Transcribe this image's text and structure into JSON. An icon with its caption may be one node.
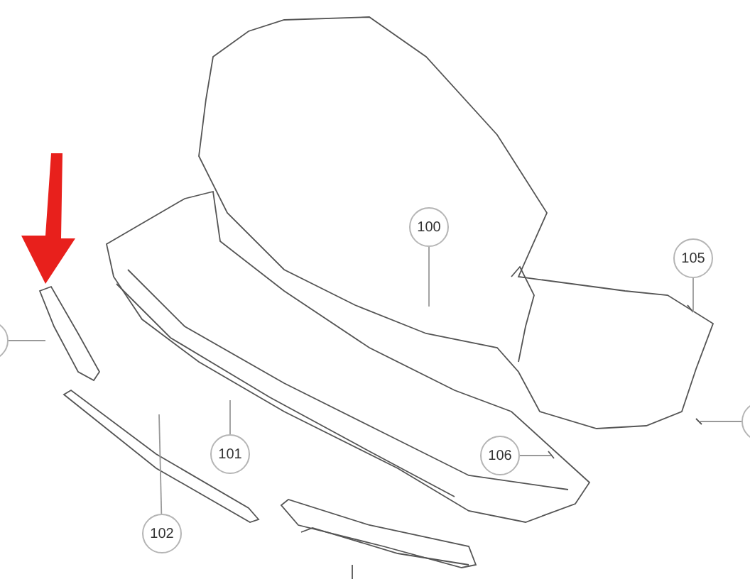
{
  "diagram": {
    "nodes": [
      {
        "text": [
          "100"
        ]
      },
      {
        "text": [
          "105"
        ]
      },
      {
        "text": [
          "101"
        ]
      },
      {
        "text": [
          "102"
        ]
      },
      {
        "text": [
          "106"
        ]
      },
      {
        "text": [],
        "shape": "circle"
      },
      {
        "text": [],
        "shape": "circle"
      }
    ],
    "edges": [
      {
        "from": 0,
        "to": null,
        "arrow": "none"
      },
      {
        "from": 1,
        "to": null,
        "arrow": "none"
      },
      {
        "from": 2,
        "to": null,
        "arrow": "none"
      },
      {
        "from": 3,
        "to": null,
        "arrow": "none"
      },
      {
        "from": 4,
        "to": null,
        "arrow": "none"
      },
      {
        "from": 5,
        "to": null,
        "arrow": "none"
      },
      {
        "from": 6,
        "to": null,
        "arrow": "none"
      }
    ]
  }
}
